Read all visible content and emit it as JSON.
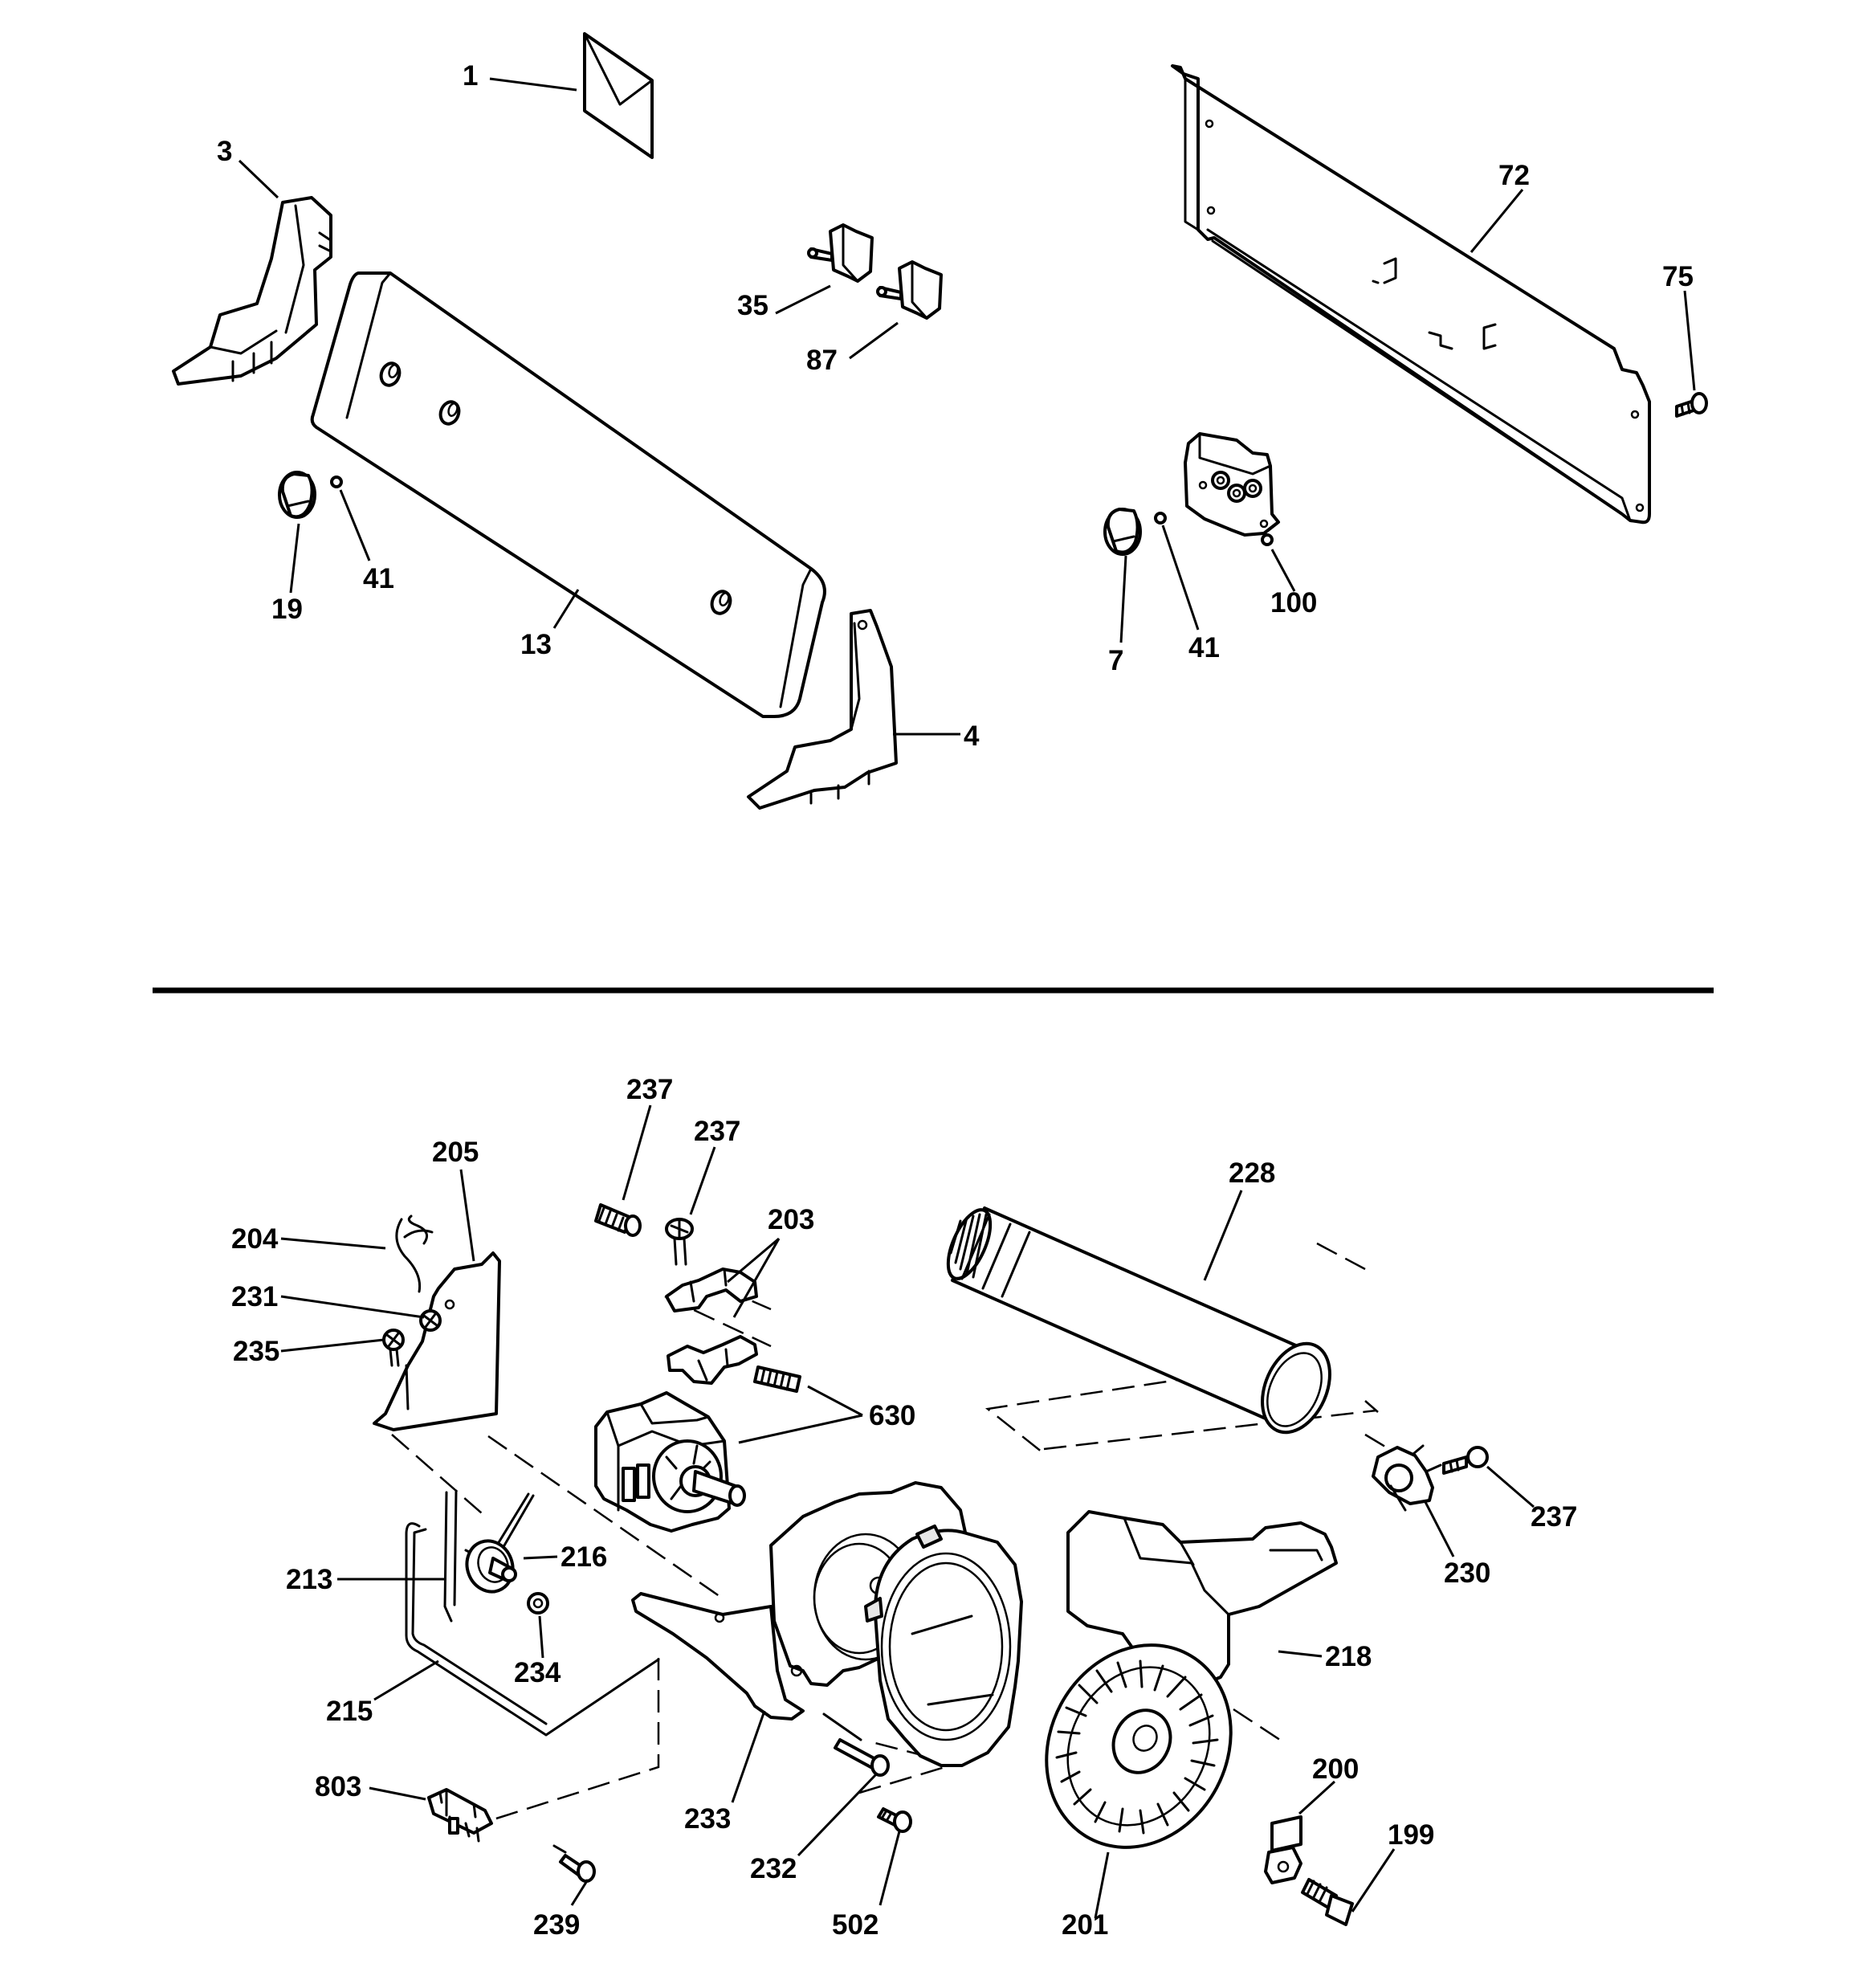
{
  "top_section": {
    "labels": {
      "p1": "1",
      "p3": "3",
      "p4": "4",
      "p7": "7",
      "p13": "13",
      "p19": "19",
      "p35": "35",
      "p41a": "41",
      "p41b": "41",
      "p72": "72",
      "p75": "75",
      "p87": "87",
      "p100": "100"
    }
  },
  "bottom_section": {
    "labels": {
      "p199": "199",
      "p200": "200",
      "p201": "201",
      "p203": "203",
      "p204": "204",
      "p205": "205",
      "p213": "213",
      "p215": "215",
      "p216": "216",
      "p218": "218",
      "p228": "228",
      "p230": "230",
      "p231": "231",
      "p232": "232",
      "p233": "233",
      "p234": "234",
      "p235": "235",
      "p237a": "237",
      "p237b": "237",
      "p237c": "237",
      "p239": "239",
      "p502": "502",
      "p630": "630",
      "p803": "803"
    }
  }
}
